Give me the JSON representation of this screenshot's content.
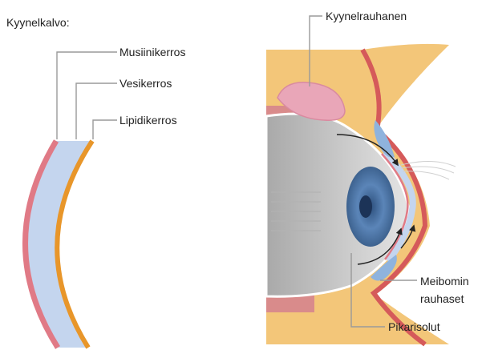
{
  "tear_film": {
    "title": "Kyynelkalvo:",
    "layers": {
      "mucin": "Musiinikerros",
      "aqueous": "Vesikerros",
      "lipid": "Lipidikerros"
    }
  },
  "eye": {
    "lacrimal_gland": "Kyynelrauhanen",
    "meibomian_line1": "Meibomin",
    "meibomian_line2": "rauhaset",
    "goblet_cells": "Pikarisolut"
  },
  "colors": {
    "mucin": "#e07a86",
    "aqueous": "#c4d5ee",
    "lipid": "#e8962a",
    "skin": "#f3c679",
    "eyeball": "#c9c9c9",
    "iris": "#4f76a6"
  }
}
